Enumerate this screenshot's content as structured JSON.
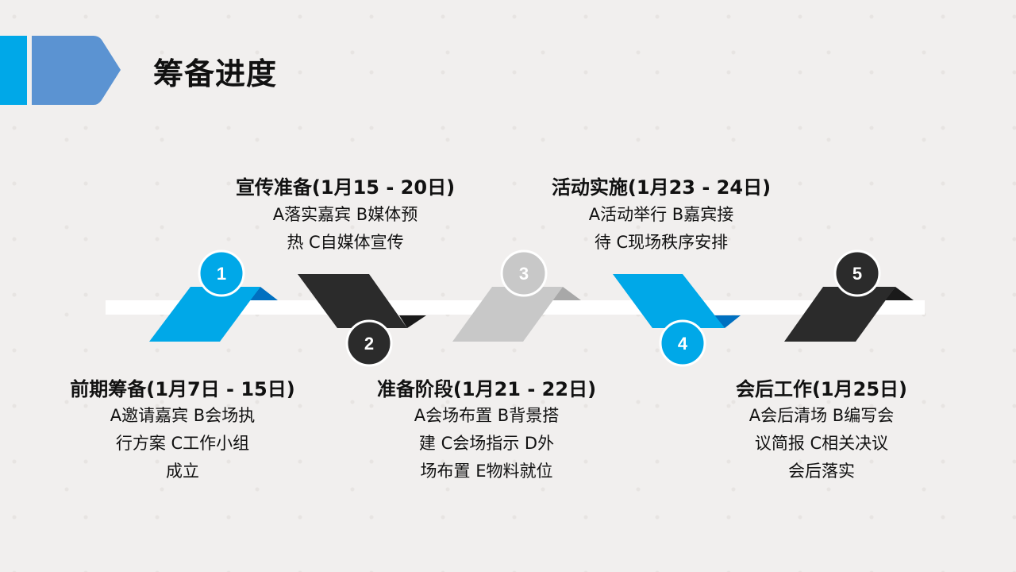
{
  "title": "筹备进度",
  "colors": {
    "blue": "#00a8e8",
    "blue_dark": "#0070c0",
    "black": "#2b2b2b",
    "grey": "#c8c8c8",
    "header_tab": "#5b93d2"
  },
  "steps": [
    {
      "num": "1",
      "heading": "前期筹备(1月7日 - 15日)",
      "lines": [
        "A邀请嘉宾 B会场执",
        "行方案  C工作小组",
        "成立"
      ]
    },
    {
      "num": "2",
      "heading": "准备阶段(1月21 - 22日)",
      "lines": [
        "A会场布置  B背景搭",
        "建  C会场指示 D外",
        "场布置  E物料就位"
      ]
    },
    {
      "num": "3",
      "heading": "宣传准备(1月15 - 20日)",
      "lines": [
        "A落实嘉宾  B媒体预",
        "热  C自媒体宣传"
      ]
    },
    {
      "num": "4",
      "heading": "活动实施(1月23 - 24日)",
      "lines": [
        "A活动举行  B嘉宾接",
        "待  C现场秩序安排"
      ]
    },
    {
      "num": "5",
      "heading": "会后工作(1月25日)",
      "lines": [
        "A会后清场  B编写会",
        "议简报  C相关决议",
        "会后落实"
      ]
    }
  ]
}
